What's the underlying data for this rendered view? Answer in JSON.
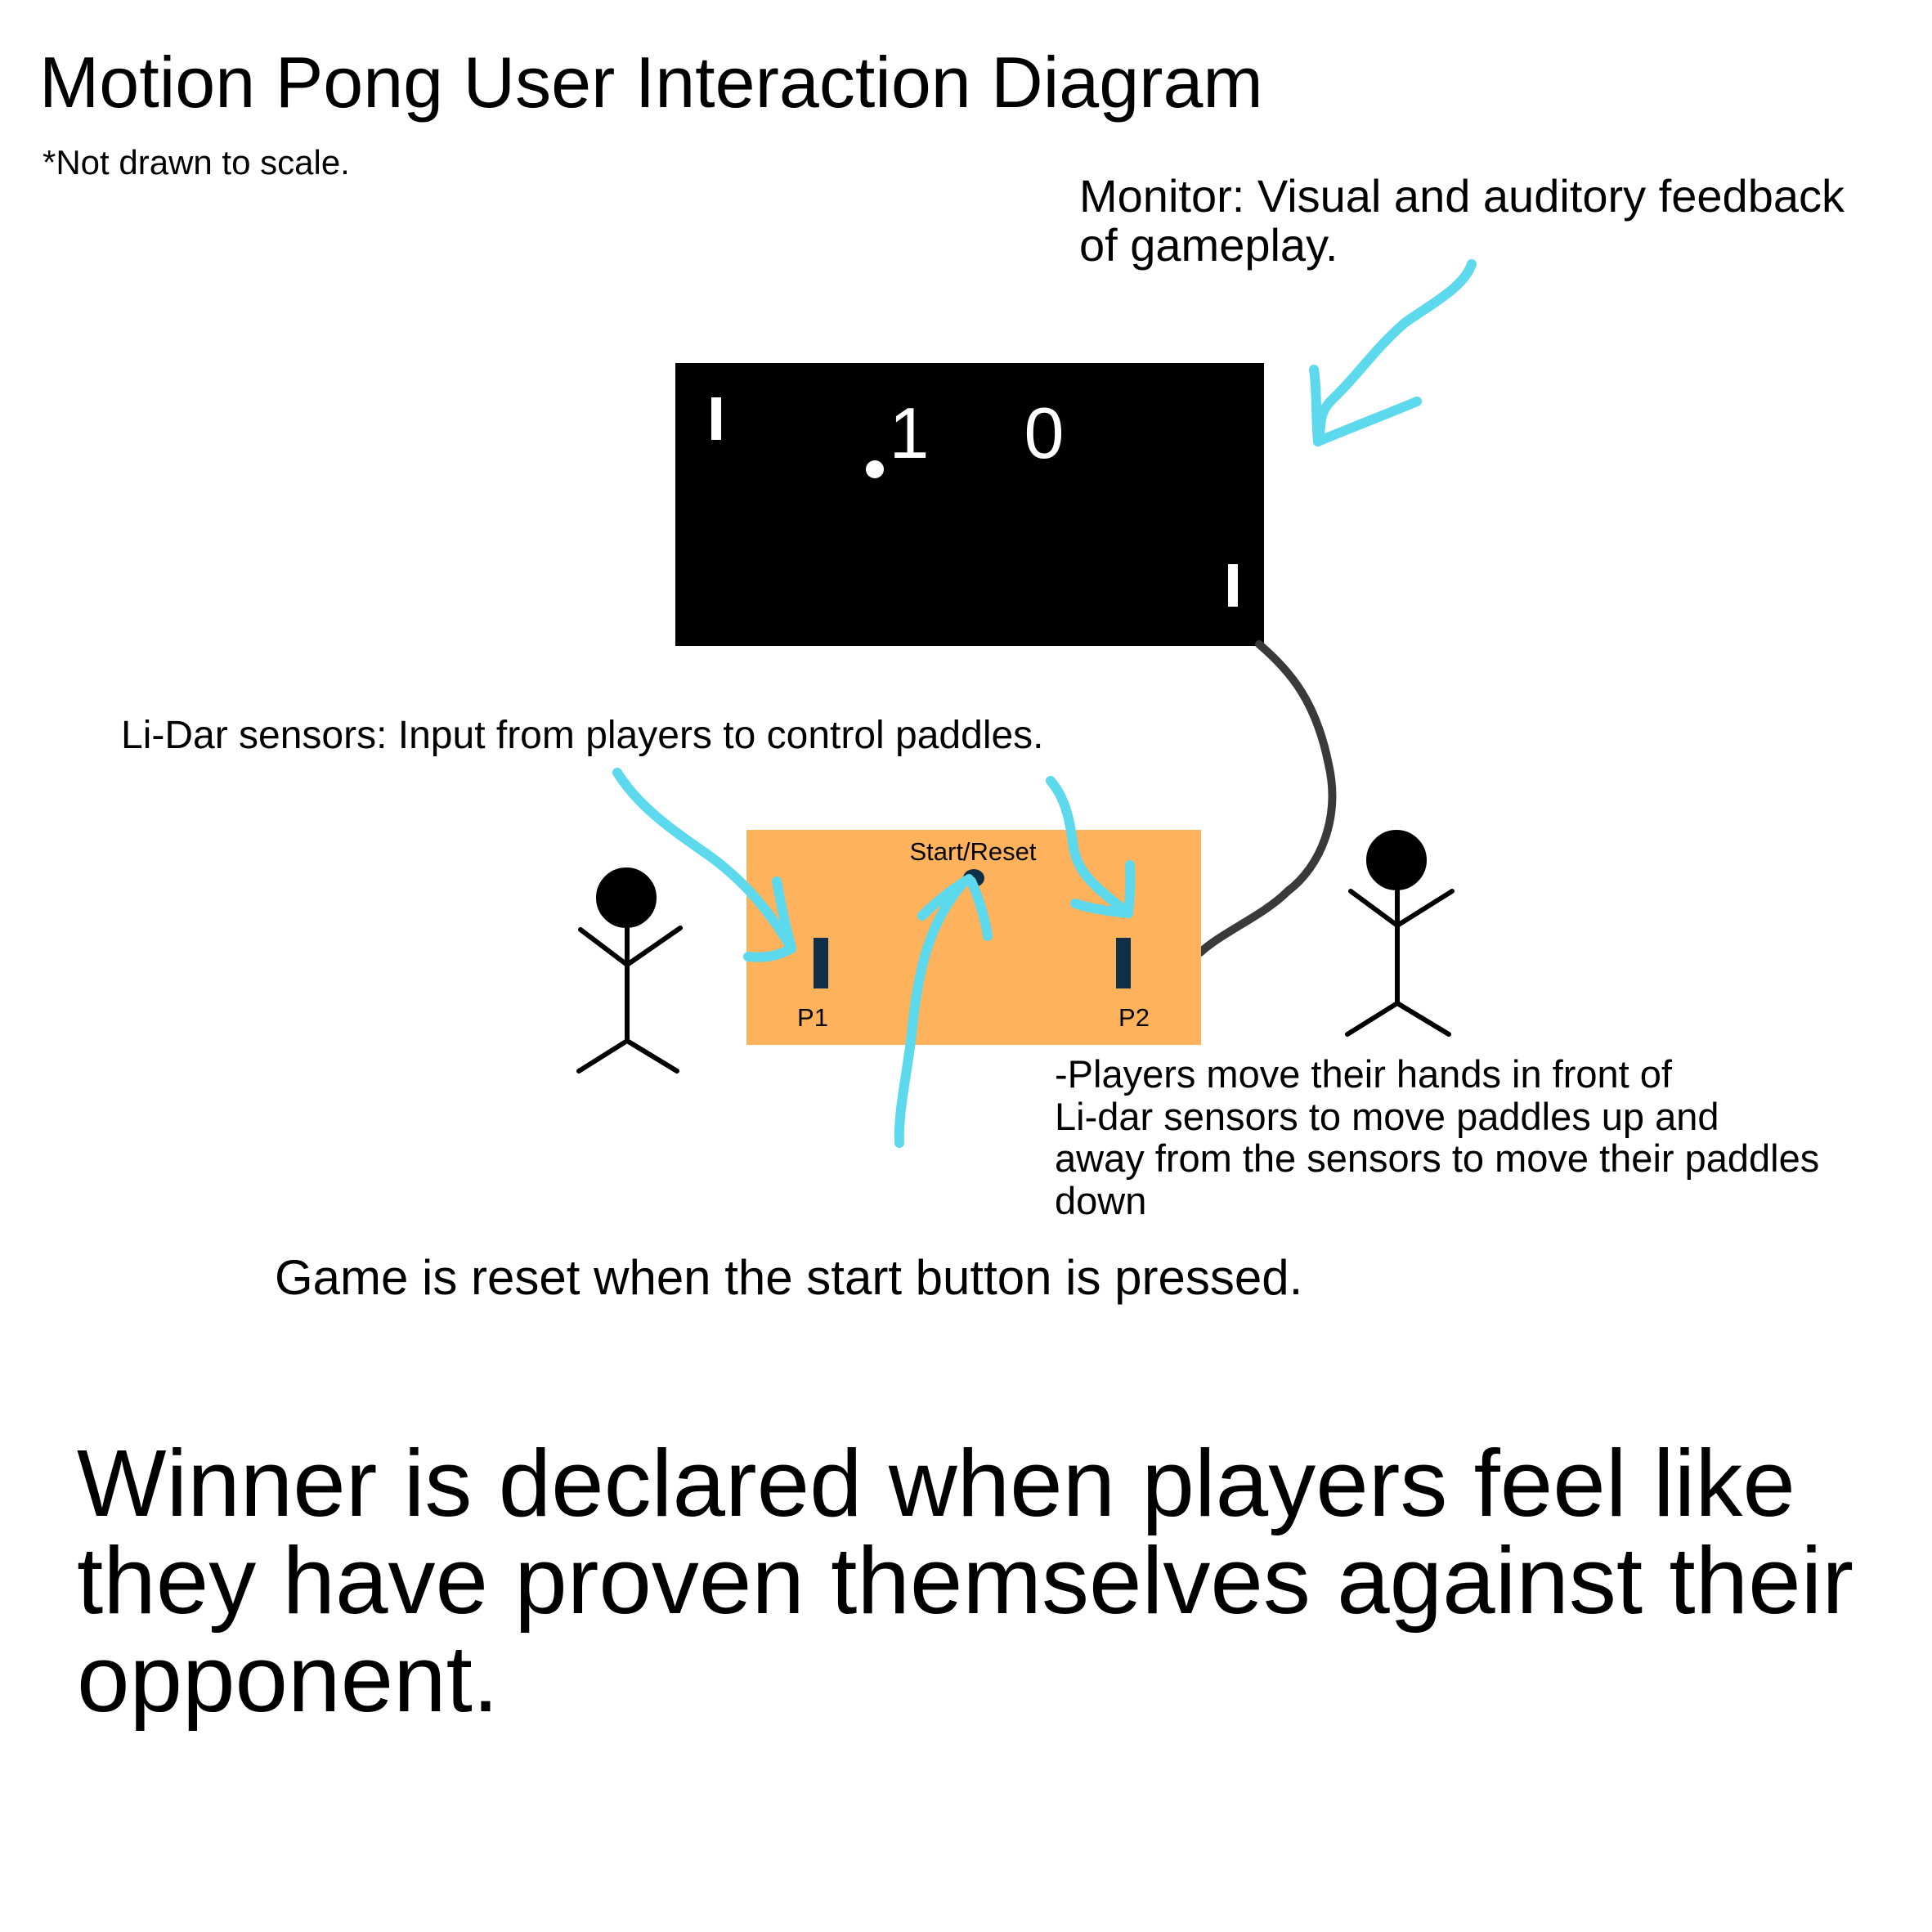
{
  "title": "Motion Pong User Interaction Diagram",
  "scale_note": "*Not drawn to scale.",
  "monitor_label": {
    "lines": [
      "Monitor: Visual and auditory feedback",
      "of gameplay."
    ]
  },
  "monitor_screen": {
    "score_p1": "1",
    "score_p2": "0"
  },
  "lidar_label": "Li-Dar sensors: Input from players to control paddles.",
  "console": {
    "button_label": "Start/Reset",
    "sensor_p1_label": "P1",
    "sensor_p2_label": "P2"
  },
  "movement_label": {
    "lines": [
      "-Players move their hands in front of",
      "Li-dar sensors to move paddles up and",
      "away from the sensors to move their paddles",
      "down"
    ]
  },
  "reset_label": "Game is reset when the start button is pressed.",
  "winner_label": "Winner is declared when players feel like they have proven themselves against their opponent.",
  "colors": {
    "arrow": "#5DD9EE",
    "console": "#FDB25B",
    "sensor": "#0E2F45",
    "cable": "#3A3A3A",
    "screen": "#000000",
    "screen_text": "#FFFFFF"
  }
}
